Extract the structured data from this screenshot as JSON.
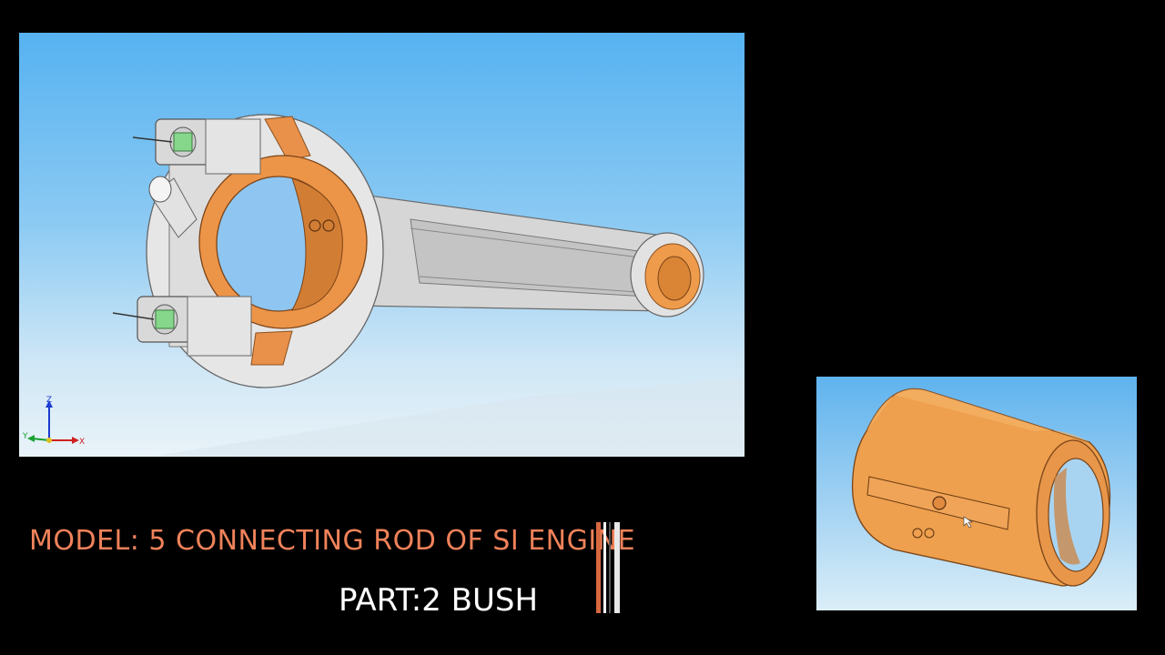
{
  "title": "MODEL: 5 CONNECTING ROD OF SI ENGINE",
  "subtitle": "PART:2 BUSH",
  "triad": {
    "z": "Z",
    "y": "Y",
    "x": "X"
  },
  "colors": {
    "title": "#f0825a",
    "subtitle": "#ffffff",
    "background": "#000000",
    "bush_orange": "#f0a050",
    "rod_grey": "#dcdcdc",
    "accent_bar_1": "#d8693f",
    "accent_bar_2": "#ffffff"
  }
}
